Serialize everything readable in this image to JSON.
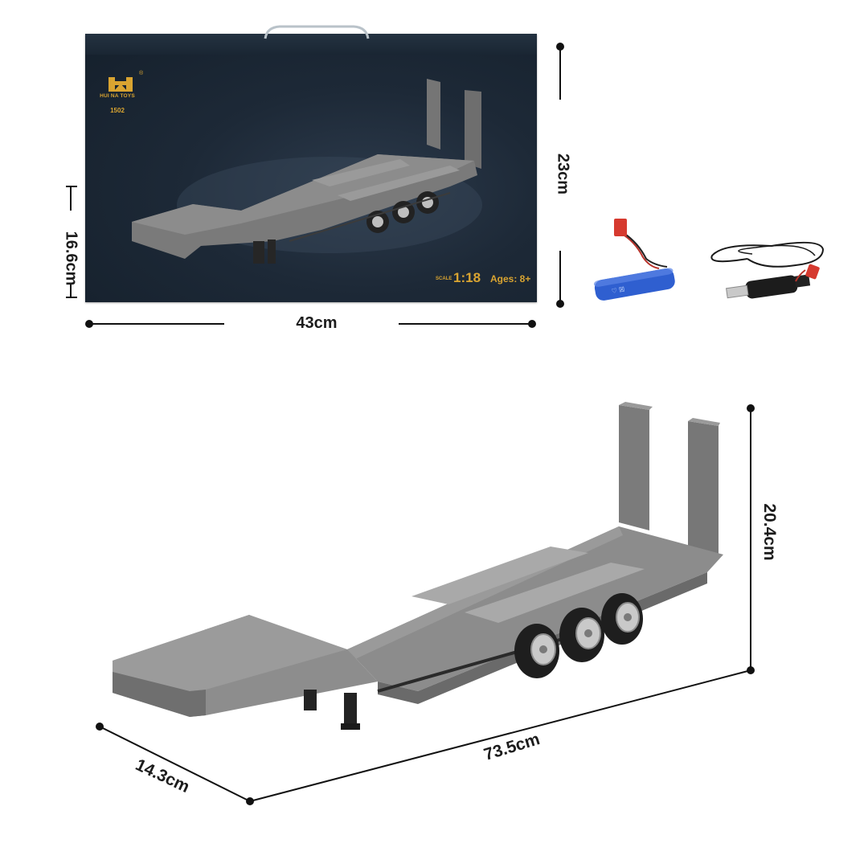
{
  "brand": {
    "name": "HUI NA TOYS",
    "model": "1502",
    "registered_mark": "®"
  },
  "box": {
    "scale_label": "SCALE",
    "scale_value": "1:18",
    "ages": "Ages: 8+"
  },
  "dimensions": {
    "box_width": "43cm",
    "box_height": "23cm",
    "box_depth": "16.6cm",
    "trailer_length": "73.5cm",
    "trailer_width": "14.3cm",
    "trailer_height": "20.4cm"
  },
  "accessories": [
    {
      "icon": "battery-pack-icon"
    },
    {
      "icon": "usb-charging-cable-icon"
    }
  ],
  "colors": {
    "box_navy": "#1b2633",
    "brand_gold": "#d9a431",
    "trailer_grey": "#808080",
    "battery_blue": "#2f5fd0",
    "connector_red": "#d63a2f"
  }
}
